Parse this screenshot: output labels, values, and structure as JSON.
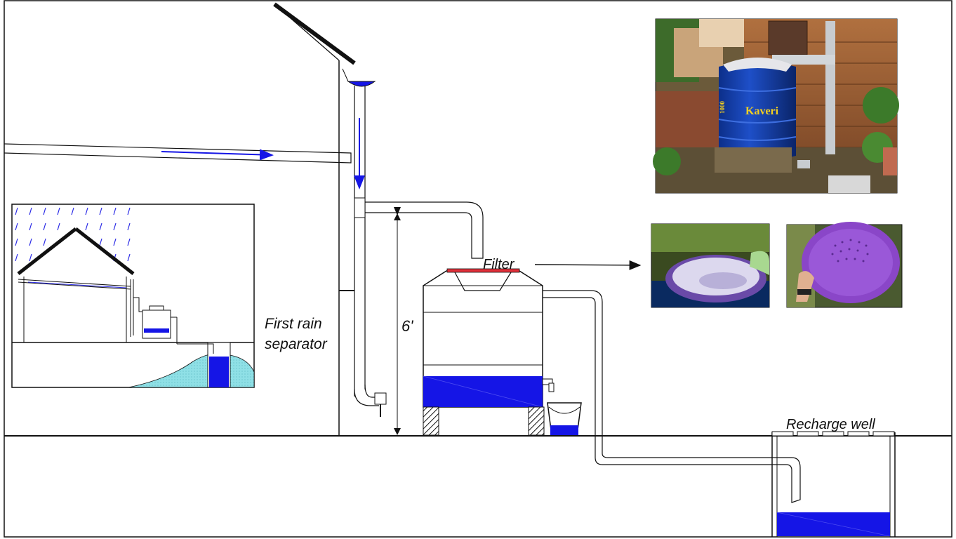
{
  "labels": {
    "first_rain_1": "First rain",
    "first_rain_2": "separator",
    "filter": "Filter",
    "height": "6'",
    "recharge_well": "Recharge well",
    "tank_brand": "Kaveri",
    "tank_number": "1000"
  },
  "colors": {
    "water": "#1515e6",
    "groundwater": "#8fe0e6",
    "outline": "#111111",
    "filter_rim": "#e0303a",
    "filter_bowl": "#8a46c8"
  },
  "icons": {
    "flow_arrow": "arrow-right-icon",
    "down_arrow": "arrow-down-icon",
    "rain": "rain-drops-icon"
  }
}
